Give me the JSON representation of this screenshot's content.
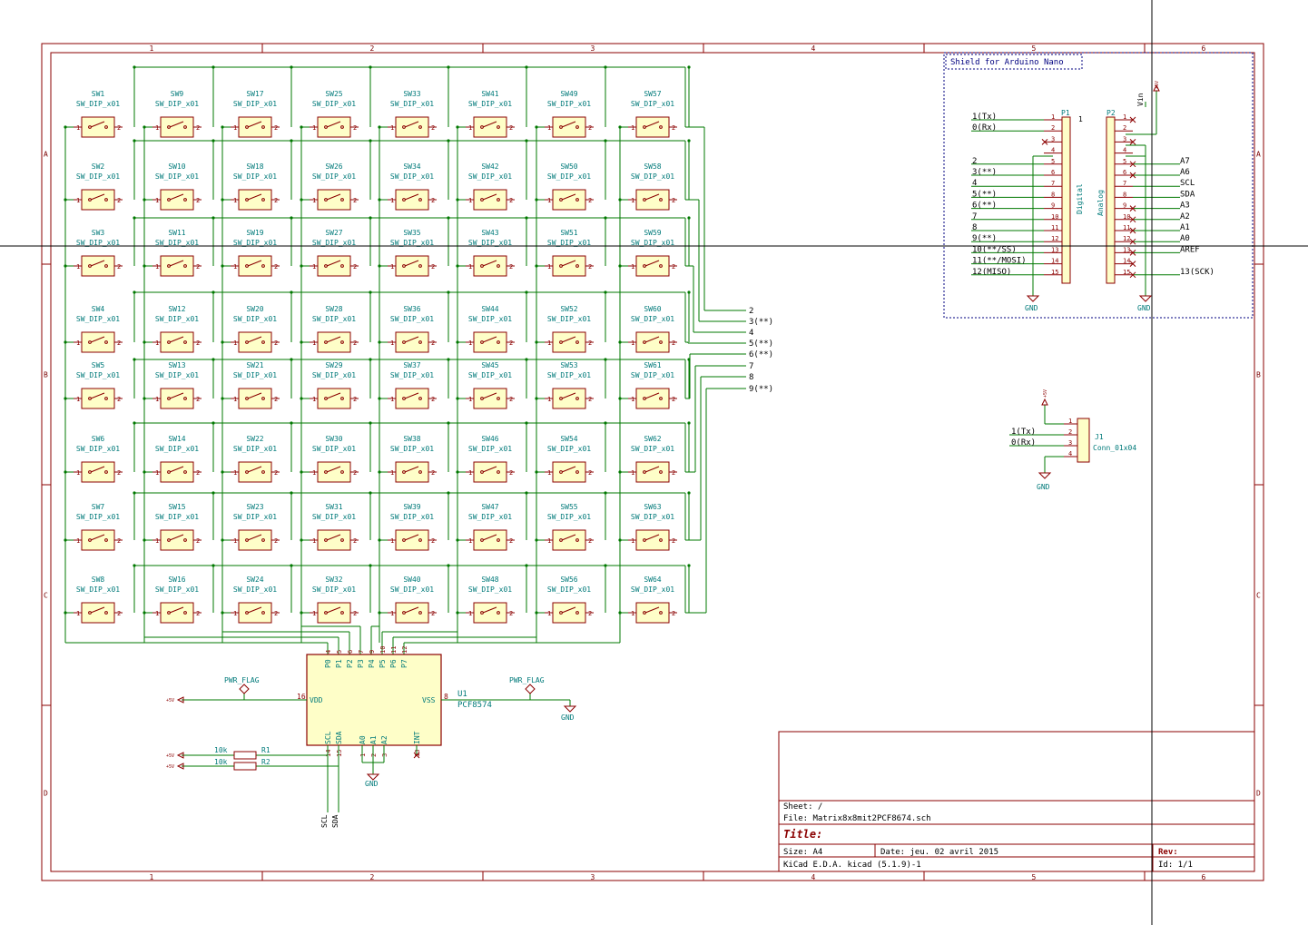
{
  "colors": {
    "background": "#ffffff",
    "border": "#8b0000",
    "wire": "#007800",
    "component_body": "#fefec8",
    "component_outline": "#8b0000",
    "ref_text": "#007a7a",
    "value_text": "#007a7a",
    "pin_text": "#8b0000",
    "net_text": "#000000",
    "frame_text": "#7a0000",
    "cursor": "#000000"
  },
  "frame": {
    "columns": [
      "1",
      "2",
      "3",
      "4",
      "5",
      "6"
    ],
    "rows": [
      "A",
      "B",
      "C",
      "D"
    ]
  },
  "matrix": {
    "switch_value": "SW_DIP_x01",
    "pin_labels": [
      "1",
      "2"
    ]
  },
  "net_labels_right": [
    "2",
    "3(**)",
    "4",
    "5(**)",
    "6(**)",
    "7",
    "8",
    "9(**)"
  ],
  "pcf": {
    "ref": "U1",
    "value": "PCF8574",
    "top_pins": [
      {
        "num": "4",
        "name": "P0"
      },
      {
        "num": "5",
        "name": "P1"
      },
      {
        "num": "6",
        "name": "P2"
      },
      {
        "num": "7",
        "name": "P3"
      },
      {
        "num": "9",
        "name": "P4"
      },
      {
        "num": "10",
        "name": "P5"
      },
      {
        "num": "11",
        "name": "P6"
      },
      {
        "num": "12",
        "name": "P7"
      }
    ],
    "vdd": {
      "num": "16",
      "name": "VDD"
    },
    "vss": {
      "num": "8",
      "name": "VSS"
    },
    "bottom_pins": [
      {
        "num": "14",
        "name": "SCL"
      },
      {
        "num": "15",
        "name": "SDA"
      },
      {
        "num": "1",
        "name": "A0"
      },
      {
        "num": "2",
        "name": "A1"
      },
      {
        "num": "3",
        "name": "A2"
      },
      {
        "num": "13",
        "name": "INT"
      }
    ]
  },
  "power": {
    "pwr_flag": "PWR_FLAG",
    "plus5v": "+5V",
    "gnd": "GND"
  },
  "resistors": [
    {
      "ref": "R1",
      "value": "10k"
    },
    {
      "ref": "R2",
      "value": "10k"
    }
  ],
  "bus_labels": [
    "SCL",
    "SDA"
  ],
  "shield": {
    "title": "Shield for Arduino Nano",
    "p1": {
      "ref": "P1",
      "extra": "1",
      "name": "Digital",
      "pins": [
        "1",
        "2",
        "3",
        "4",
        "5",
        "6",
        "7",
        "8",
        "9",
        "10",
        "11",
        "12",
        "13",
        "14",
        "15"
      ],
      "nets": [
        "1(Tx)",
        "0(Rx)",
        "",
        "",
        "2",
        "3(**)",
        "4",
        "5(**)",
        "6(**)",
        "7",
        "8",
        "9(**)",
        "10(**/SS)",
        "11(**/MOSI)",
        "12(MISO)"
      ]
    },
    "p2": {
      "ref": "P2",
      "name": "Analog",
      "pins": [
        "1",
        "2",
        "3",
        "4",
        "5",
        "6",
        "7",
        "8",
        "9",
        "10",
        "11",
        "12",
        "13",
        "14",
        "15"
      ],
      "nets": [
        "",
        "",
        "",
        "",
        "A7",
        "A6",
        "SCL",
        "SDA",
        "A3",
        "A2",
        "A1",
        "A0",
        "AREF",
        "",
        "13(SCK)"
      ]
    },
    "vin": "Vin",
    "plus5v": "+5V",
    "gnd_left": "GND",
    "gnd_right": "GND"
  },
  "j1": {
    "ref": "J1",
    "value": "Conn_01x04",
    "pins": [
      "1",
      "2",
      "3",
      "4"
    ],
    "nets": [
      "1(Tx)",
      "0(Rx)"
    ],
    "plus5v": "+5V",
    "gnd": "GND"
  },
  "title_block": {
    "sheet": "Sheet: /",
    "file": "File: Matrix8x8mit2PCF8674.sch",
    "title": "Title:",
    "size": "Size: A4",
    "date": "Date: jeu. 02 avril 2015",
    "rev": "Rev:",
    "tool": "KiCad E.D.A.  kicad (5.1.9)-1",
    "id": "Id: 1/1"
  }
}
